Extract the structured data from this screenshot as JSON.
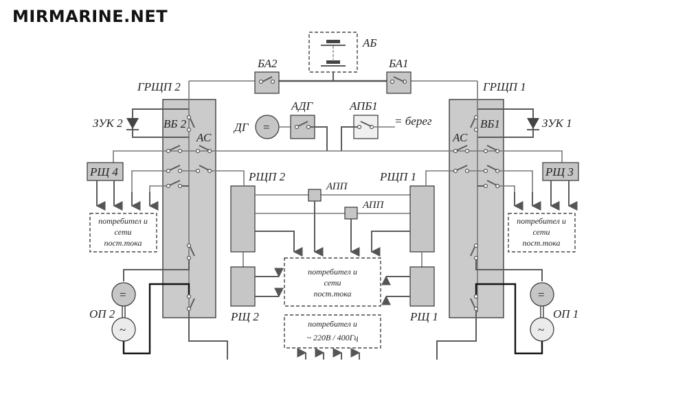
{
  "logo": "MIRMARINE.NET",
  "labels": {
    "battery": "АБ",
    "ba2": "БА2",
    "ba1": "БА1",
    "grshp2": "ГРЩП 2",
    "grshp1": "ГРЩП 1",
    "zuk2": "ЗУК 2",
    "zuk1": "ЗУК 1",
    "vb2": "ВБ 2",
    "vb1": "ВБ1",
    "as_left": "АС",
    "as_right": "АС",
    "dg": "ДГ",
    "dg_symbol": "=",
    "adg": "АДГ",
    "apb1": "АПБ1",
    "shore": "= берег",
    "rsh4": "РЩ 4",
    "rsh3": "РЩ 3",
    "rshp2": "РЩП 2",
    "rshp1": "РЩП 1",
    "app_top": "АПП",
    "app_bottom": "АПП",
    "rsh2": "РЩ 2",
    "rsh1": "РЩ 1",
    "op2": "ОП 2",
    "op1": "ОП 1",
    "dc_symbol": "=",
    "ac_symbol": "~"
  },
  "consumers": {
    "left": [
      "потребител и",
      "сети",
      "пост.тока"
    ],
    "right": [
      "потребител и",
      "сети",
      "пост.тока"
    ],
    "center": [
      "потребител и",
      "сети",
      "пост.тока"
    ],
    "ac": [
      "потребител и",
      "~ 220В / 400Гц"
    ]
  }
}
